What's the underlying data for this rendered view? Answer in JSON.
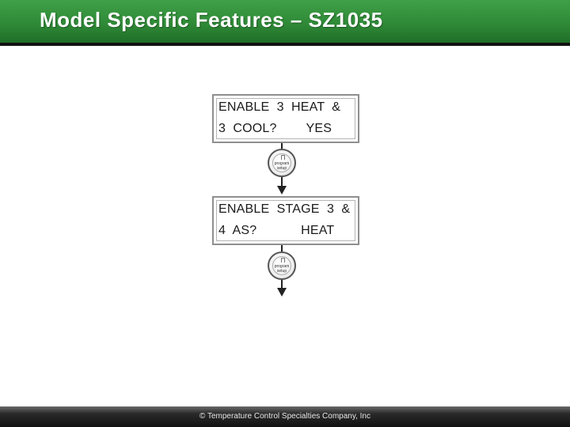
{
  "title": "Model Specific Features – SZ1035",
  "displays": [
    {
      "line1": "ENABLE  3  HEAT  &",
      "line2": "3  COOL?        YES"
    },
    {
      "line1": "ENABLE  STAGE  3  &",
      "line2": "4  AS?            HEAT"
    }
  ],
  "program_button": {
    "label_top": "program",
    "label_bottom": "setup"
  },
  "footer": "© Temperature Control Specialties Company, Inc",
  "colors": {
    "title_bar": "#2f8a37",
    "footer_bar": "#1a1a1a"
  }
}
